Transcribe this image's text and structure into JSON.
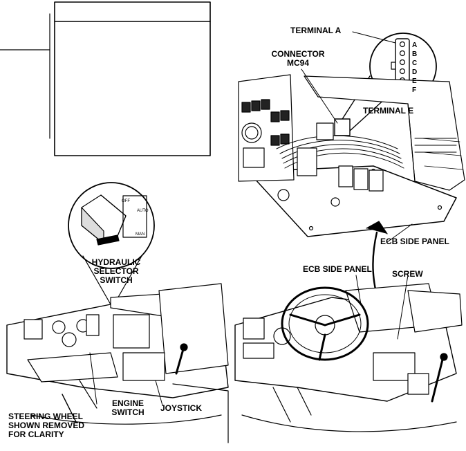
{
  "labels": {
    "terminal_a": "TERMINAL A",
    "connector_line1": "CONNECTOR",
    "connector_line2": "MC94",
    "terminal_e": "TERMINAL E",
    "ecb_side_panel_top": "ECB SIDE PANEL",
    "ecb_side_panel_bottom": "ECB SIDE PANEL",
    "screw": "SCREW",
    "hydraulic_line1": "HYDRAULIC",
    "hydraulic_line2": "SELECTOR",
    "hydraulic_line3": "SWITCH",
    "engine_line1": "ENGINE",
    "engine_line2": "SWITCH",
    "joystick": "JOYSTICK",
    "note_line1": "STEERING WHEEL",
    "note_line2": "SHOWN REMOVED",
    "note_line3": "FOR CLARITY"
  },
  "connector_pins": [
    "A",
    "B",
    "C",
    "D",
    "E",
    "F"
  ],
  "switch_positions": [
    "OFF",
    "AUTO",
    "MAN"
  ]
}
